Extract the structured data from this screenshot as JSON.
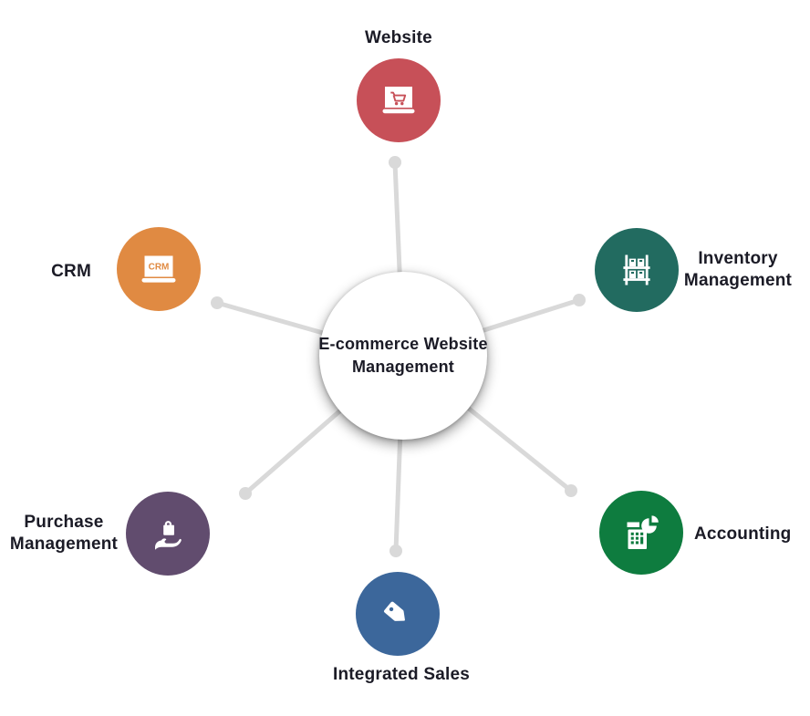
{
  "center": {
    "label": "E-commerce Website Management",
    "line1": "E-commerce Website",
    "line2": "Management"
  },
  "nodes": [
    {
      "label": "Website",
      "color": "#c75058",
      "icon": "laptop-cart-icon"
    },
    {
      "label": "CRM",
      "color": "#e08a42",
      "icon": "crm-laptop-icon",
      "icon_text": "CRM"
    },
    {
      "label": "Inventory Management",
      "color": "#226b60",
      "icon": "storage-rack-icon"
    },
    {
      "label": "Purchase Management",
      "color": "#614c6e",
      "icon": "hand-holding-bag-icon"
    },
    {
      "label": "Accounting",
      "color": "#0e7c3f",
      "icon": "calculator-pie-chart-icon"
    },
    {
      "label": "Integrated Sales",
      "color": "#3c679b",
      "icon": "price-tag-icon"
    }
  ],
  "colors": {
    "line": "#d9d9d9",
    "text": "#1b1b26",
    "center_bg": "#ffffff"
  }
}
